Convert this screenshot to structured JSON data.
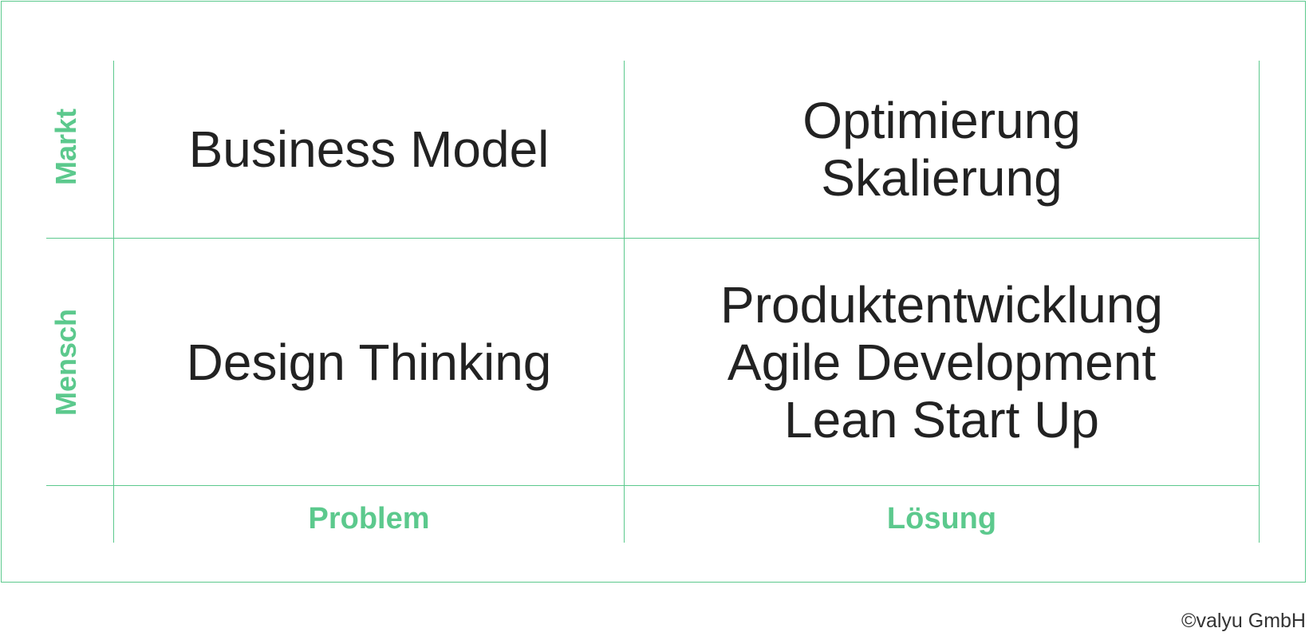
{
  "matrix": {
    "row_labels": [
      "Markt",
      "Mensch"
    ],
    "column_labels": [
      "Problem",
      "Lösung"
    ],
    "cells": {
      "markt_problem": [
        "Business Model"
      ],
      "markt_loesung": [
        "Optimierung",
        "Skalierung"
      ],
      "mensch_problem": [
        "Design Thinking"
      ],
      "mensch_loesung": [
        "Produktentwicklung",
        "Agile Development",
        "Lean Start Up"
      ]
    }
  },
  "footer": {
    "copyright": "©valyu GmbH"
  },
  "colors": {
    "accent": "#5cc98d",
    "text": "#222222"
  }
}
